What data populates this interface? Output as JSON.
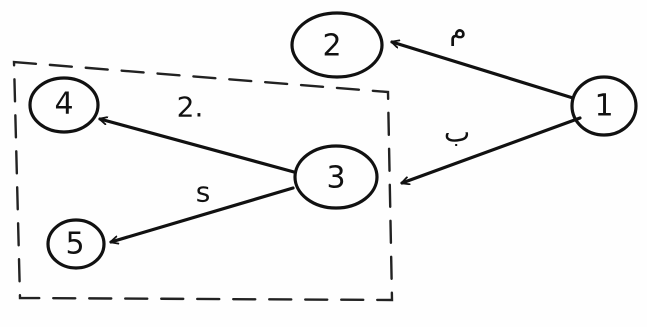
{
  "nodes": [
    {
      "id": "1",
      "label": "1"
    },
    {
      "id": "2",
      "label": "2"
    },
    {
      "id": "3",
      "label": "3"
    },
    {
      "id": "4",
      "label": "4"
    },
    {
      "id": "5",
      "label": "5"
    }
  ],
  "edges": [
    {
      "from": "1",
      "to": "2",
      "label": "م"
    },
    {
      "from": "1",
      "to": "3",
      "label": "ب"
    },
    {
      "from": "3",
      "to": "4",
      "label": "2."
    },
    {
      "from": "3",
      "to": "5",
      "label": "s"
    }
  ],
  "group": {
    "members": [
      "3",
      "4",
      "5"
    ]
  }
}
